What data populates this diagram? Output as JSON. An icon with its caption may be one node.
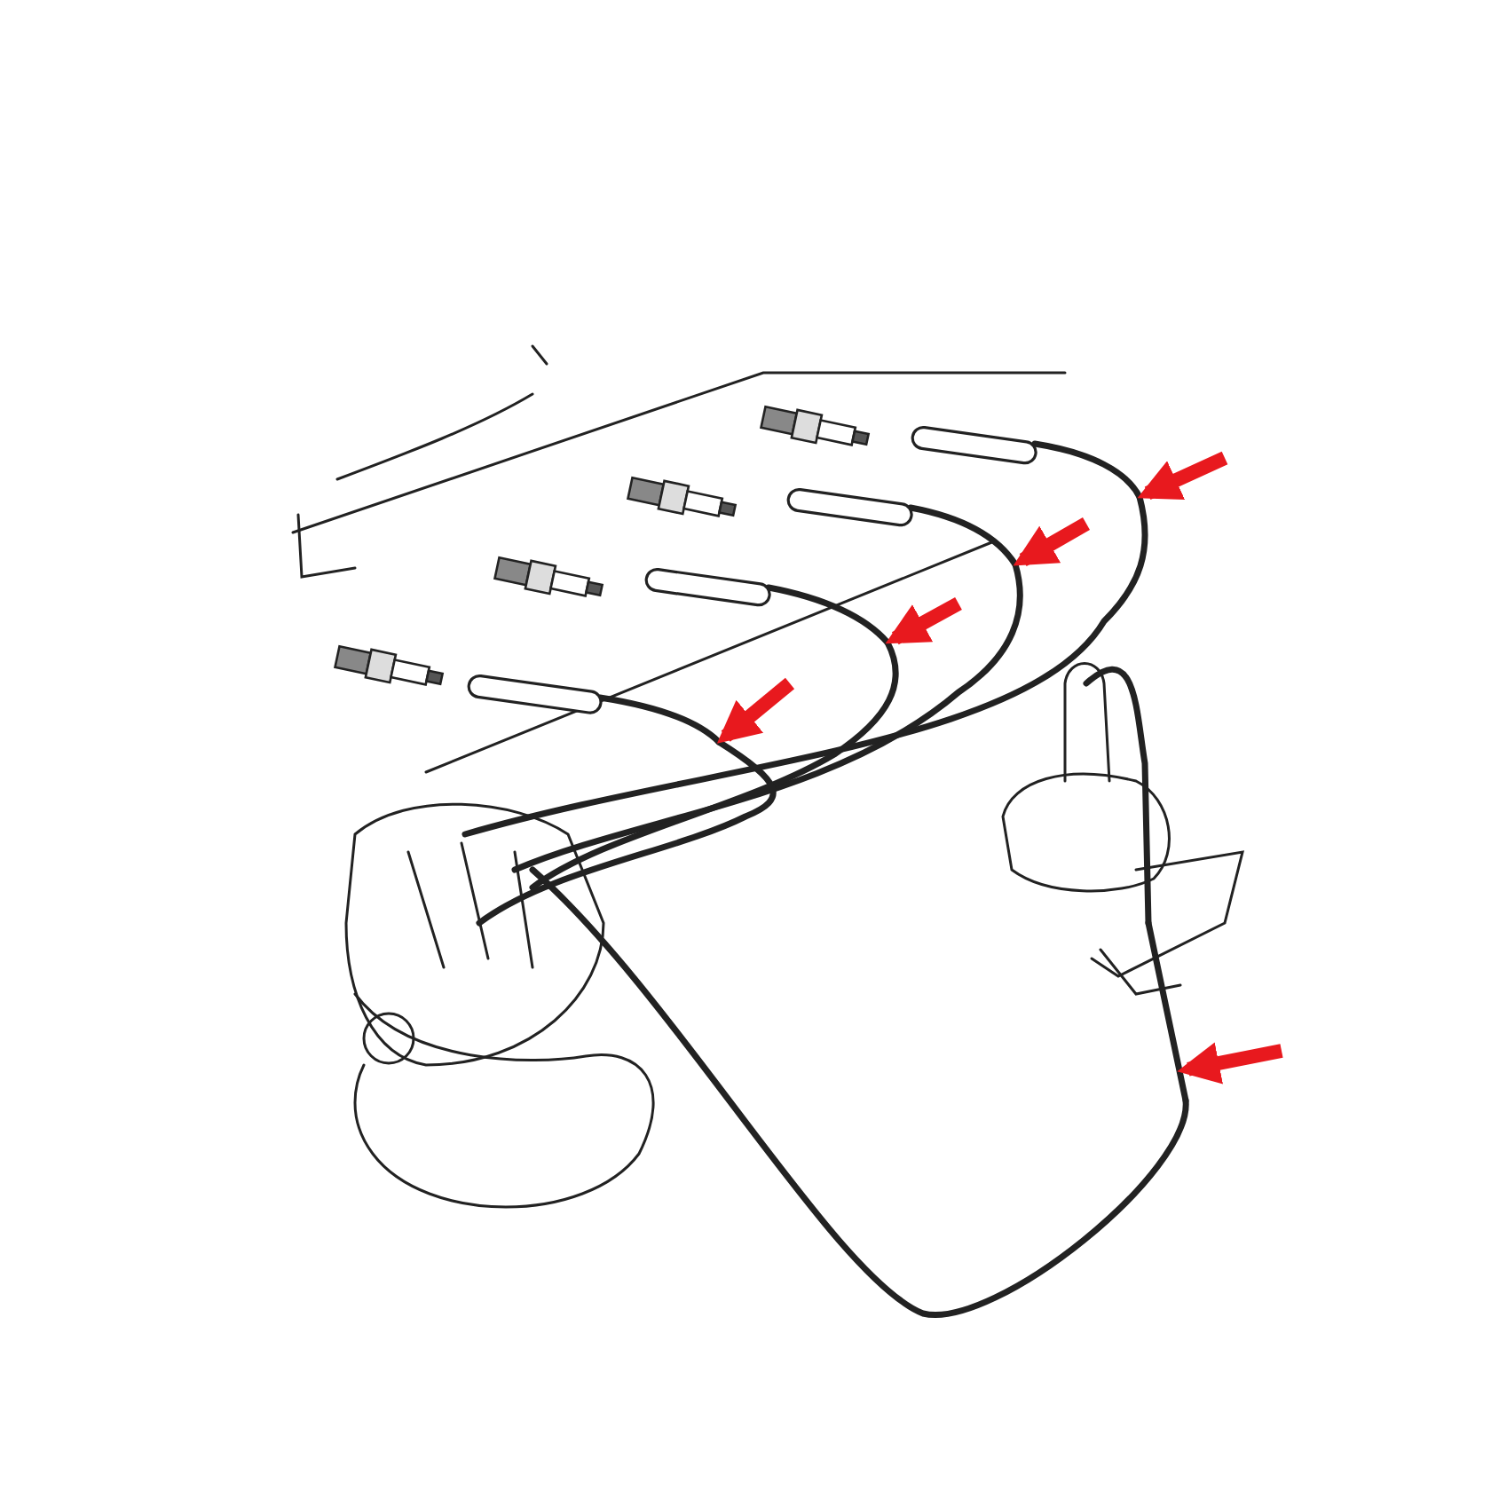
{
  "diagram": {
    "nodes": [
      {
        "text": [],
        "shape": "picture"
      },
      {
        "text": [],
        "shape": "picture"
      },
      {
        "text": [],
        "shape": "picture"
      },
      {
        "text": [],
        "shape": "picture"
      },
      {
        "text": [],
        "shape": "picture"
      }
    ],
    "edges": [
      {
        "from": null,
        "to": 0,
        "arrow": "to"
      },
      {
        "from": null,
        "to": 1,
        "arrow": "to"
      },
      {
        "from": null,
        "to": 2,
        "arrow": "to"
      },
      {
        "from": null,
        "to": 3,
        "arrow": "to"
      },
      {
        "from": null,
        "to": 4,
        "arrow": "to"
      }
    ]
  }
}
